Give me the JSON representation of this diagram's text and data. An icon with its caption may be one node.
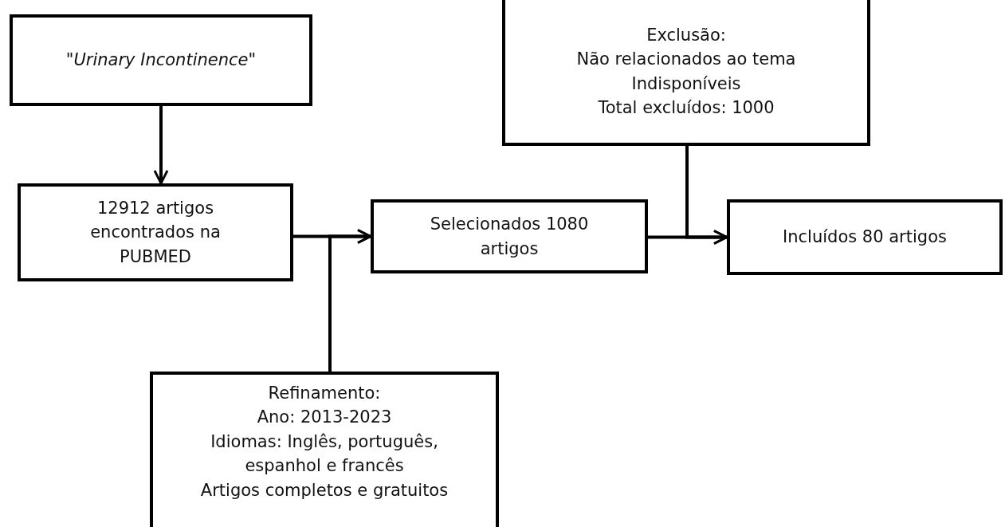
{
  "diagram": {
    "nodes": [
      {
        "text": [
          "\"Urinary Incontinence\""
        ]
      },
      {
        "text": [
          "12912 artigos encontrados na PUBMED"
        ]
      },
      {
        "text": [
          "Selecionados 1080 artigos"
        ]
      },
      {
        "text": [
          "Incluídos 80 artigos"
        ]
      },
      {
        "text": [
          "Exclusão:",
          "Não relacionados ao tema",
          "Indisponíveis",
          "Total excluídos: 1000"
        ]
      },
      {
        "text": [
          "Refinamento:",
          "Ano: 2013-2023",
          "Idiomas: Inglês, português, espanhol e francês",
          "Artigos completos e gratuitos"
        ]
      }
    ],
    "edges": [
      {
        "from": 0,
        "to": 1,
        "arrow": "to"
      },
      {
        "from": 1,
        "to": 2,
        "arrow": "to"
      },
      {
        "from": 5,
        "to": 2,
        "arrow": "to"
      },
      {
        "from": 2,
        "to": 3,
        "arrow": "to"
      },
      {
        "from": 4,
        "to": 3,
        "arrow": "to"
      }
    ]
  }
}
